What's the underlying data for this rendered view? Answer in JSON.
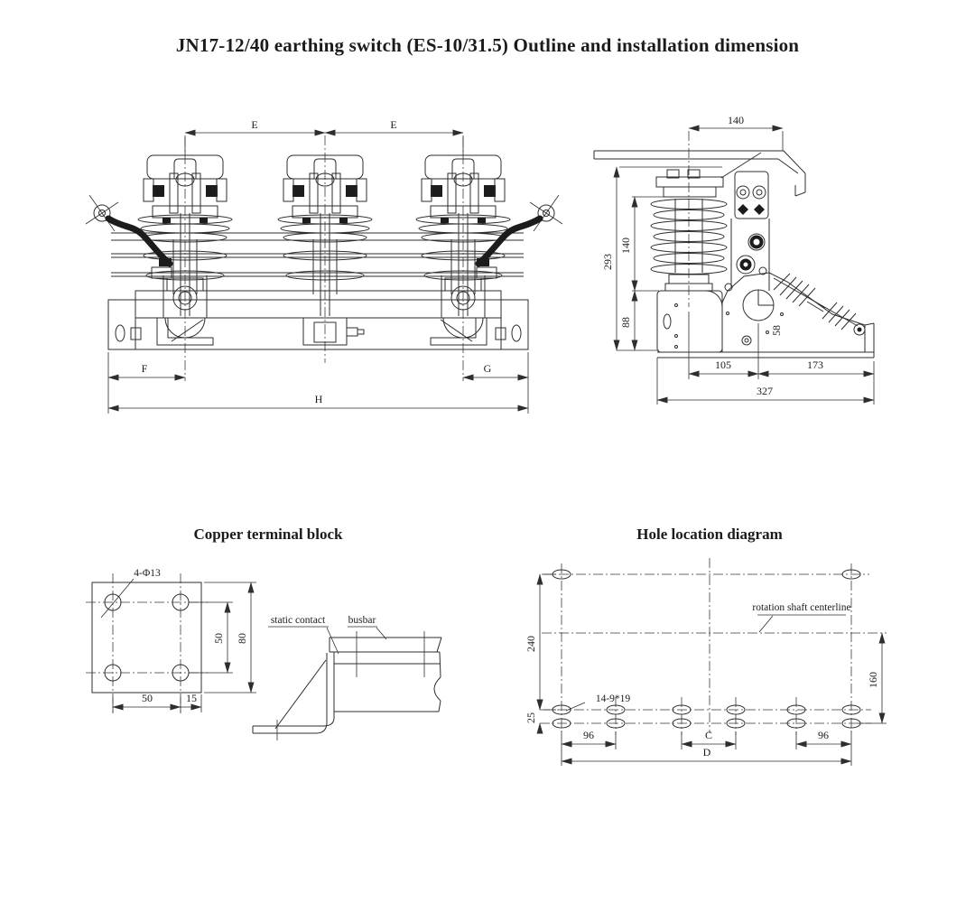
{
  "title": "JN17-12/40 earthing switch (ES-10/31.5) Outline and installation dimension",
  "front_view": {
    "dim_e1": "E",
    "dim_e2": "E",
    "dim_f": "F",
    "dim_g": "G",
    "dim_h": "H"
  },
  "side_view": {
    "dim_top_width": "140",
    "dim_total_height": "293",
    "dim_insulator_height": "140",
    "dim_box_height": "88",
    "dim_shaft": "58",
    "dim_left_span": "105",
    "dim_right_span": "173",
    "dim_total_span": "327"
  },
  "copper_terminal": {
    "heading": "Copper terminal block",
    "dim_holes": "4-Φ13",
    "dim_hole_pitch_v": "50",
    "dim_plate_h": "80",
    "dim_hole_pitch_h": "50",
    "dim_edge": "15",
    "label_static_contact": "static contact",
    "label_busbar": "busbar"
  },
  "hole_location": {
    "heading": "Hole location diagram",
    "label_centerline": "rotation shaft centerline",
    "label_slots": "14-9*19",
    "dim_height": "240",
    "dim_row_gap": "25",
    "dim_right_height": "160",
    "dim_left_96": "96",
    "dim_center": "C",
    "dim_right_96": "96",
    "dim_total": "D"
  }
}
